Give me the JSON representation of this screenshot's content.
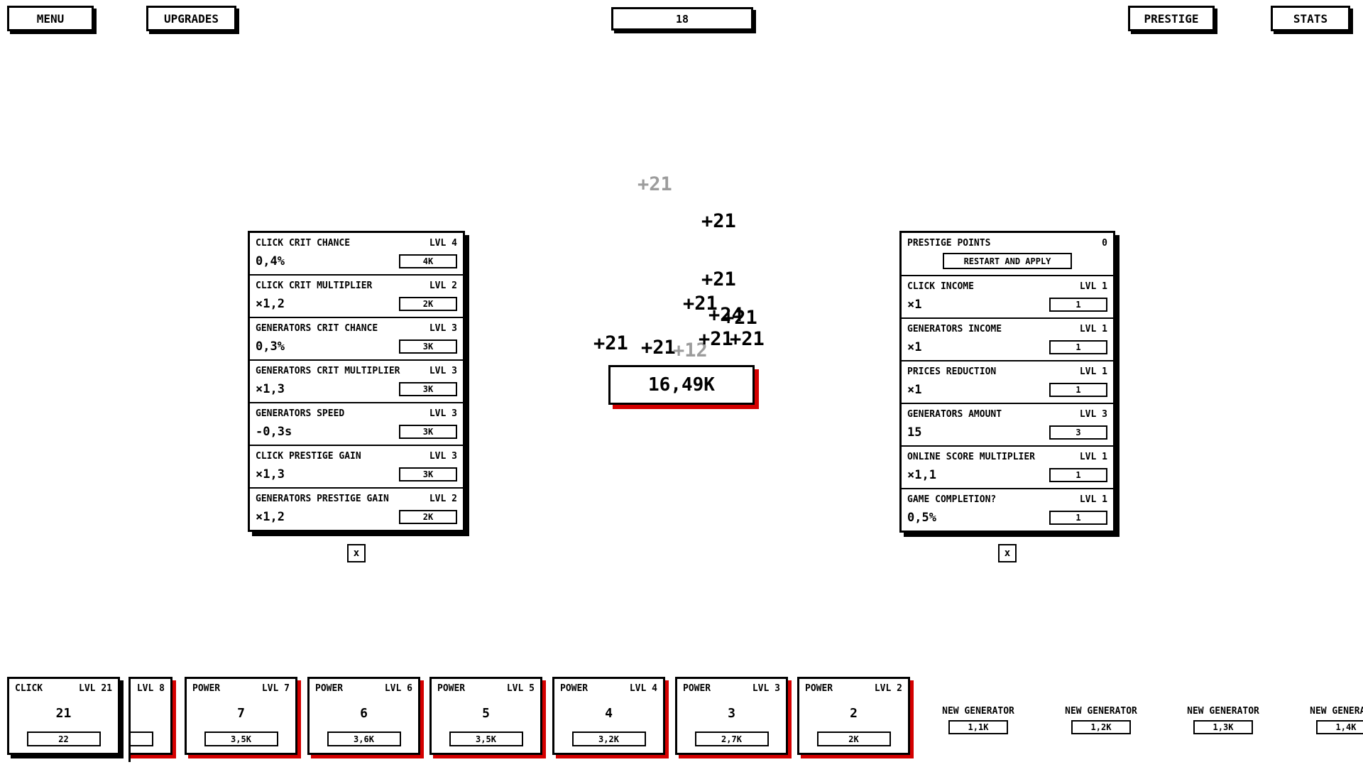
{
  "topbar": {
    "menu": "MENU",
    "upgrades": "UPGRADES",
    "level": "18",
    "prestige": "PRESTIGE",
    "stats": "STATS"
  },
  "score": {
    "value": "16,49K"
  },
  "colors": {
    "accent_red": "#d40000",
    "faded_gray": "#9c9c9c",
    "ink": "#000000",
    "background": "#ffffff"
  },
  "floats": [
    {
      "text": "+21",
      "color": "#9c9c9c"
    },
    {
      "text": "+21",
      "color": "#000000"
    },
    {
      "text": "+21",
      "color": "#000000"
    },
    {
      "text": "+21",
      "color": "#000000"
    },
    {
      "text": "+24",
      "color": "#000000"
    },
    {
      "text": "+21",
      "color": "#000000"
    },
    {
      "text": "+21",
      "color": "#000000"
    },
    {
      "text": "+21",
      "color": "#000000"
    },
    {
      "text": "+12",
      "color": "#9c9c9c"
    },
    {
      "text": "+21",
      "color": "#000000"
    },
    {
      "text": "+21",
      "color": "#000000"
    }
  ],
  "upgrades_panel": {
    "close": "x",
    "rows": [
      {
        "name": "CLICK CRIT CHANCE",
        "level": "LVL 4",
        "value": "0,4%",
        "price": "4K"
      },
      {
        "name": "CLICK CRIT MULTIPLIER",
        "level": "LVL 2",
        "value": "×1,2",
        "price": "2K"
      },
      {
        "name": "GENERATORS CRIT CHANCE",
        "level": "LVL 3",
        "value": "0,3%",
        "price": "3K"
      },
      {
        "name": "GENERATORS CRIT MULTIPLIER",
        "level": "LVL 3",
        "value": "×1,3",
        "price": "3K"
      },
      {
        "name": "GENERATORS SPEED",
        "level": "LVL 3",
        "value": "-0,3s",
        "price": "3K"
      },
      {
        "name": "CLICK PRESTIGE GAIN",
        "level": "LVL 3",
        "value": "×1,3",
        "price": "3K"
      },
      {
        "name": "GENERATORS PRESTIGE GAIN",
        "level": "LVL 2",
        "value": "×1,2",
        "price": "2K"
      }
    ]
  },
  "prestige_panel": {
    "title": "PRESTIGE POINTS",
    "points": "0",
    "restart": "RESTART AND APPLY",
    "close": "x",
    "rows": [
      {
        "name": "CLICK INCOME",
        "level": "LVL 1",
        "value": "×1",
        "price": "1"
      },
      {
        "name": "GENERATORS INCOME",
        "level": "LVL 1",
        "value": "×1",
        "price": "1"
      },
      {
        "name": "PRICES REDUCTION",
        "level": "LVL 1",
        "value": "×1",
        "price": "1"
      },
      {
        "name": "GENERATORS AMOUNT",
        "level": "LVL 3",
        "value": "15",
        "price": "3"
      },
      {
        "name": "ONLINE SCORE MULTIPLIER",
        "level": "LVL 1",
        "value": "×1,1",
        "price": "1"
      },
      {
        "name": "GAME COMPLETION?",
        "level": "LVL 1",
        "value": "0,5%",
        "price": "1"
      }
    ]
  },
  "generators": {
    "click": {
      "name": "CLICK",
      "level": "LVL 21",
      "value": "21",
      "price": "22"
    },
    "partial": {
      "level": "LVL 8"
    },
    "powers": [
      {
        "name": "POWER",
        "level": "LVL 7",
        "value": "7",
        "price": "3,5K"
      },
      {
        "name": "POWER",
        "level": "LVL 6",
        "value": "6",
        "price": "3,6K"
      },
      {
        "name": "POWER",
        "level": "LVL 5",
        "value": "5",
        "price": "3,5K"
      },
      {
        "name": "POWER",
        "level": "LVL 4",
        "value": "4",
        "price": "3,2K"
      },
      {
        "name": "POWER",
        "level": "LVL 3",
        "value": "3",
        "price": "2,7K"
      },
      {
        "name": "POWER",
        "level": "LVL 2",
        "value": "2",
        "price": "2K"
      }
    ],
    "new_generators": [
      {
        "label": "NEW GENERATOR",
        "price": "1,1K"
      },
      {
        "label": "NEW GENERATOR",
        "price": "1,2K"
      },
      {
        "label": "NEW GENERATOR",
        "price": "1,3K"
      },
      {
        "label": "NEW GENERATOR",
        "price": "1,4K"
      }
    ]
  }
}
